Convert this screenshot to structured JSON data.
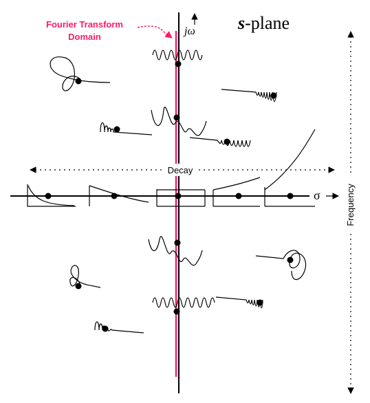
{
  "title": {
    "s_part": "s",
    "rest": "-plane"
  },
  "fourier_label": {
    "line1": "Fourier Transform",
    "line2": "Domain"
  },
  "axis_labels": {
    "jomega": "jω",
    "sigma": "σ",
    "decay": "Decay",
    "frequency": "Frequency"
  },
  "colors": {
    "fourier_line": "#ff1a66",
    "axes": "#000000"
  }
}
